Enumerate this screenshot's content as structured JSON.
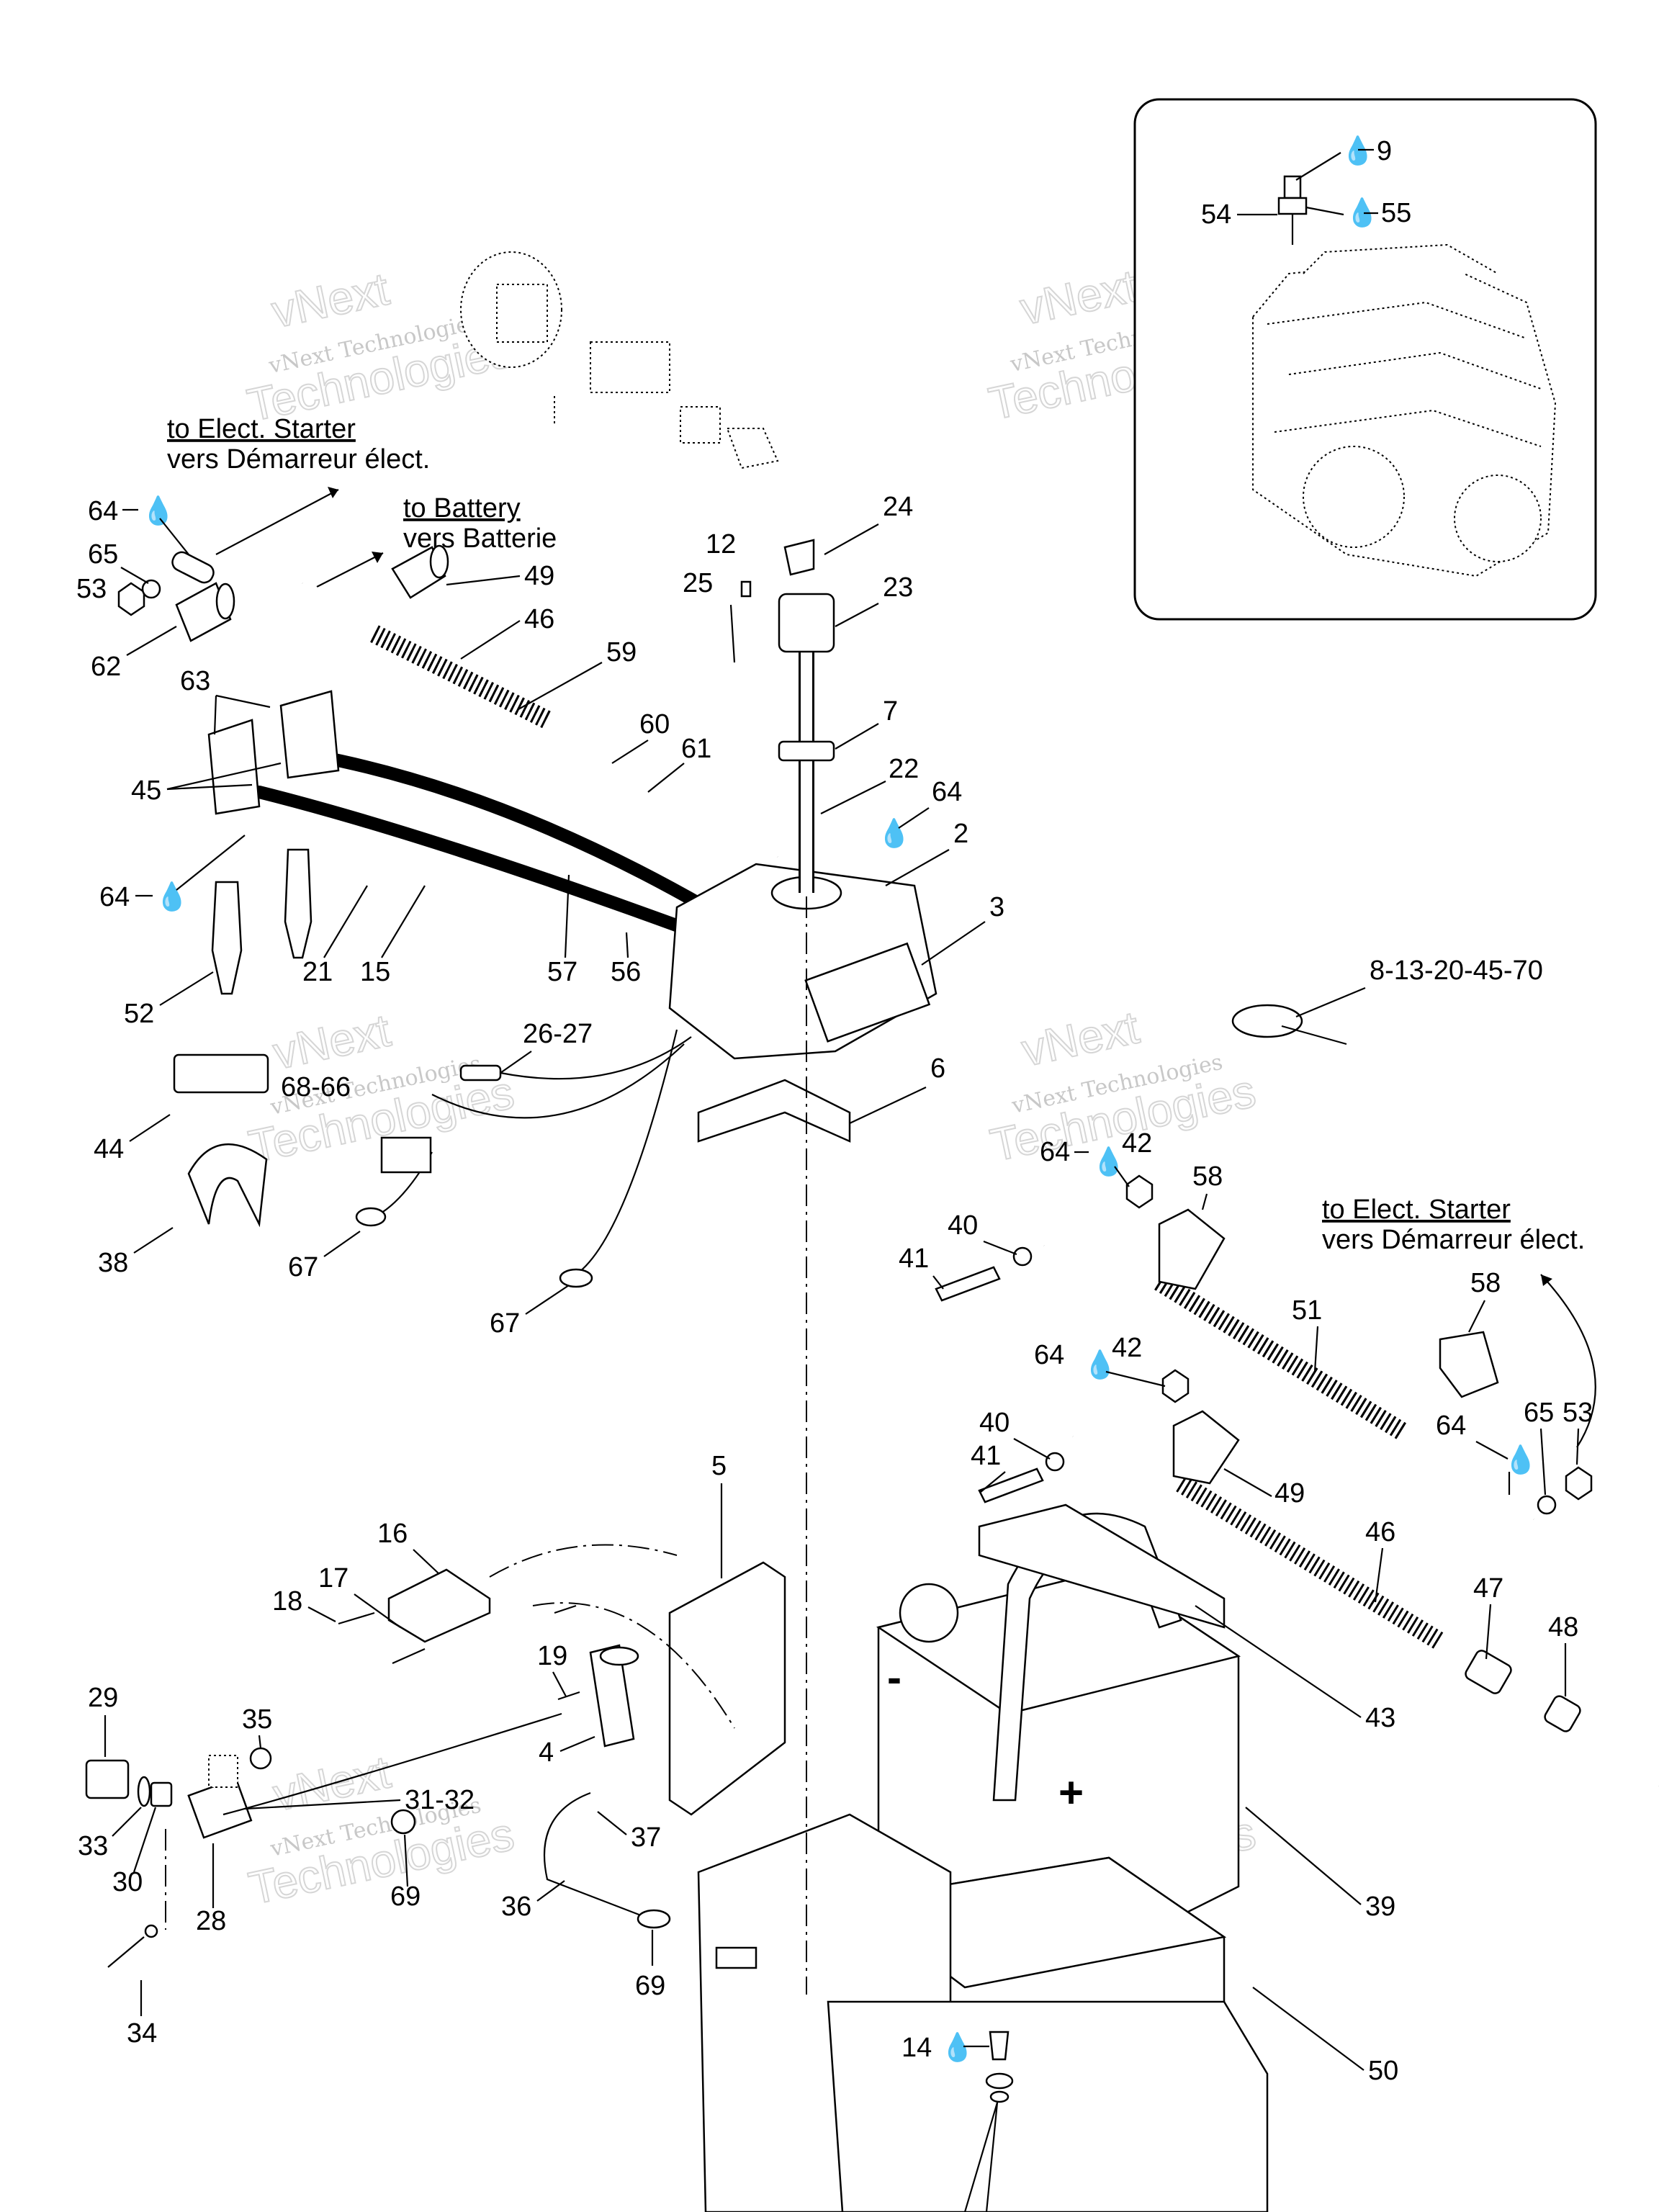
{
  "watermark": {
    "line1": "vNext",
    "line2": "vNext Technologies",
    "line3": "Technologies"
  },
  "notes": {
    "to_starter_top_en": "to Elect. Starter",
    "to_starter_top_fr": "vers Démarreur élect.",
    "to_battery_en": "to Battery",
    "to_battery_fr": "vers Batterie",
    "to_starter_right_en": "to Elect. Starter",
    "to_starter_right_fr": "vers Démarreur élect."
  },
  "callouts": [
    {
      "id": "c-9",
      "text": "9"
    },
    {
      "id": "c-54",
      "text": "54"
    },
    {
      "id": "c-55",
      "text": "55"
    },
    {
      "id": "c-64a",
      "text": "64"
    },
    {
      "id": "c-65a",
      "text": "65"
    },
    {
      "id": "c-53a",
      "text": "53"
    },
    {
      "id": "c-62",
      "text": "62"
    },
    {
      "id": "c-63",
      "text": "63"
    },
    {
      "id": "c-45",
      "text": "45"
    },
    {
      "id": "c-64b",
      "text": "64"
    },
    {
      "id": "c-52",
      "text": "52"
    },
    {
      "id": "c-21",
      "text": "21"
    },
    {
      "id": "c-15",
      "text": "15"
    },
    {
      "id": "c-57",
      "text": "57"
    },
    {
      "id": "c-56",
      "text": "56"
    },
    {
      "id": "c-49a",
      "text": "49"
    },
    {
      "id": "c-46a",
      "text": "46"
    },
    {
      "id": "c-59",
      "text": "59"
    },
    {
      "id": "c-60",
      "text": "60"
    },
    {
      "id": "c-61",
      "text": "61"
    },
    {
      "id": "c-12",
      "text": "12"
    },
    {
      "id": "c-25",
      "text": "25"
    },
    {
      "id": "c-24",
      "text": "24"
    },
    {
      "id": "c-23",
      "text": "23"
    },
    {
      "id": "c-7",
      "text": "7"
    },
    {
      "id": "c-22",
      "text": "22"
    },
    {
      "id": "c-64c",
      "text": "64"
    },
    {
      "id": "c-2",
      "text": "2"
    },
    {
      "id": "c-3",
      "text": "3"
    },
    {
      "id": "c-26-27",
      "text": "26-27"
    },
    {
      "id": "c-68-66",
      "text": "68-66"
    },
    {
      "id": "c-44",
      "text": "44"
    },
    {
      "id": "c-38",
      "text": "38"
    },
    {
      "id": "c-67a",
      "text": "67"
    },
    {
      "id": "c-67b",
      "text": "67"
    },
    {
      "id": "c-6",
      "text": "6"
    },
    {
      "id": "c-8-13",
      "text": "8-13-20-45-70"
    },
    {
      "id": "c-64d",
      "text": "64"
    },
    {
      "id": "c-42a",
      "text": "42"
    },
    {
      "id": "c-58a",
      "text": "58"
    },
    {
      "id": "c-40a",
      "text": "40"
    },
    {
      "id": "c-41a",
      "text": "41"
    },
    {
      "id": "c-51",
      "text": "51"
    },
    {
      "id": "c-58b",
      "text": "58"
    },
    {
      "id": "c-64e",
      "text": "64"
    },
    {
      "id": "c-42b",
      "text": "42"
    },
    {
      "id": "c-40b",
      "text": "40"
    },
    {
      "id": "c-41b",
      "text": "41"
    },
    {
      "id": "c-49b",
      "text": "49"
    },
    {
      "id": "c-64f",
      "text": "64"
    },
    {
      "id": "c-65b",
      "text": "65"
    },
    {
      "id": "c-53b",
      "text": "53"
    },
    {
      "id": "c-46b",
      "text": "46"
    },
    {
      "id": "c-47",
      "text": "47"
    },
    {
      "id": "c-48",
      "text": "48"
    },
    {
      "id": "c-43",
      "text": "43"
    },
    {
      "id": "c-39",
      "text": "39"
    },
    {
      "id": "c-50",
      "text": "50"
    },
    {
      "id": "c-14",
      "text": "14"
    },
    {
      "id": "c-5",
      "text": "5"
    },
    {
      "id": "c-16",
      "text": "16"
    },
    {
      "id": "c-17",
      "text": "17"
    },
    {
      "id": "c-18",
      "text": "18"
    },
    {
      "id": "c-19",
      "text": "19"
    },
    {
      "id": "c-4",
      "text": "4"
    },
    {
      "id": "c-37",
      "text": "37"
    },
    {
      "id": "c-36",
      "text": "36"
    },
    {
      "id": "c-69a",
      "text": "69"
    },
    {
      "id": "c-29",
      "text": "29"
    },
    {
      "id": "c-35",
      "text": "35"
    },
    {
      "id": "c-31-32",
      "text": "31-32"
    },
    {
      "id": "c-33",
      "text": "33"
    },
    {
      "id": "c-30",
      "text": "30"
    },
    {
      "id": "c-28",
      "text": "28"
    },
    {
      "id": "c-69b",
      "text": "69"
    },
    {
      "id": "c-34",
      "text": "34"
    }
  ]
}
